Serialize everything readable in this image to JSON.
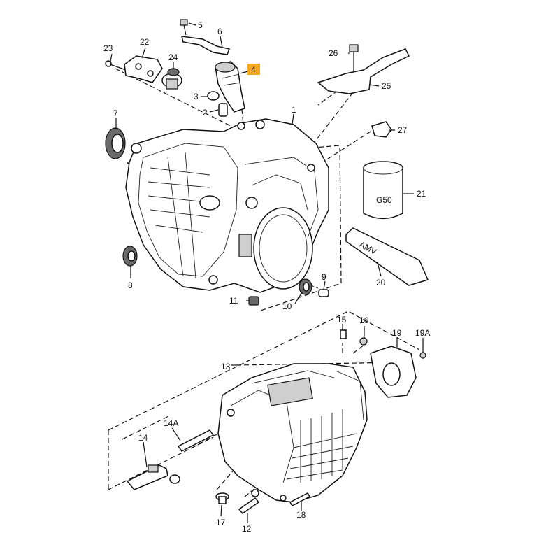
{
  "diagram": {
    "callouts": [
      {
        "id": "c1",
        "label": "1"
      },
      {
        "id": "c2",
        "label": "2"
      },
      {
        "id": "c3",
        "label": "3"
      },
      {
        "id": "c4",
        "label": "4",
        "highlight": true
      },
      {
        "id": "c5",
        "label": "5"
      },
      {
        "id": "c6",
        "label": "6"
      },
      {
        "id": "c7",
        "label": "7"
      },
      {
        "id": "c8",
        "label": "8"
      },
      {
        "id": "c9",
        "label": "9"
      },
      {
        "id": "c10",
        "label": "10"
      },
      {
        "id": "c11",
        "label": "11"
      },
      {
        "id": "c12",
        "label": "12"
      },
      {
        "id": "c13",
        "label": "13"
      },
      {
        "id": "c14",
        "label": "14"
      },
      {
        "id": "c14a",
        "label": "14A"
      },
      {
        "id": "c15",
        "label": "15"
      },
      {
        "id": "c16",
        "label": "16"
      },
      {
        "id": "c17",
        "label": "17"
      },
      {
        "id": "c18",
        "label": "18"
      },
      {
        "id": "c19",
        "label": "19"
      },
      {
        "id": "c19a",
        "label": "19A"
      },
      {
        "id": "c20",
        "label": "20"
      },
      {
        "id": "c21",
        "label": "21"
      },
      {
        "id": "c22",
        "label": "22"
      },
      {
        "id": "c23",
        "label": "23"
      },
      {
        "id": "c24",
        "label": "24"
      },
      {
        "id": "c25",
        "label": "25"
      },
      {
        "id": "c26",
        "label": "26"
      },
      {
        "id": "c27",
        "label": "27"
      }
    ],
    "part_markings": {
      "oil_can": "G50",
      "grease_tube": "AMV"
    },
    "colors": {
      "highlight": "#f5a623",
      "line": "#111111",
      "shade": "#cfcfcf"
    }
  }
}
